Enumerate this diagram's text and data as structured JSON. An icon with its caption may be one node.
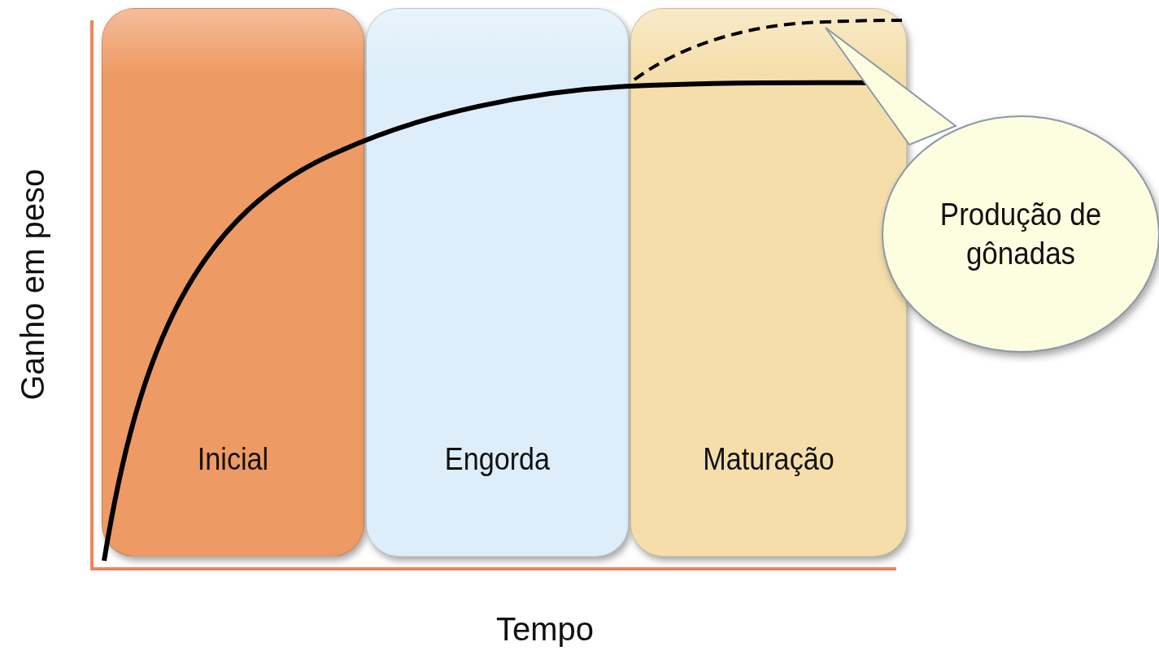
{
  "diagram": {
    "nodes": [
      {
        "text": [
          "Inicial"
        ]
      },
      {
        "text": [
          "Engorda"
        ]
      },
      {
        "text": [
          "Maturação"
        ]
      },
      {
        "text": [
          "Produção de gônadas"
        ]
      },
      {
        "text": [],
        "shape": "curve",
        "in": 2
      }
    ],
    "edges": [
      {
        "from": 3,
        "to": 4,
        "arrow": "none"
      }
    ],
    "labels": [
      "Ganho em peso",
      "Tempo"
    ]
  }
}
